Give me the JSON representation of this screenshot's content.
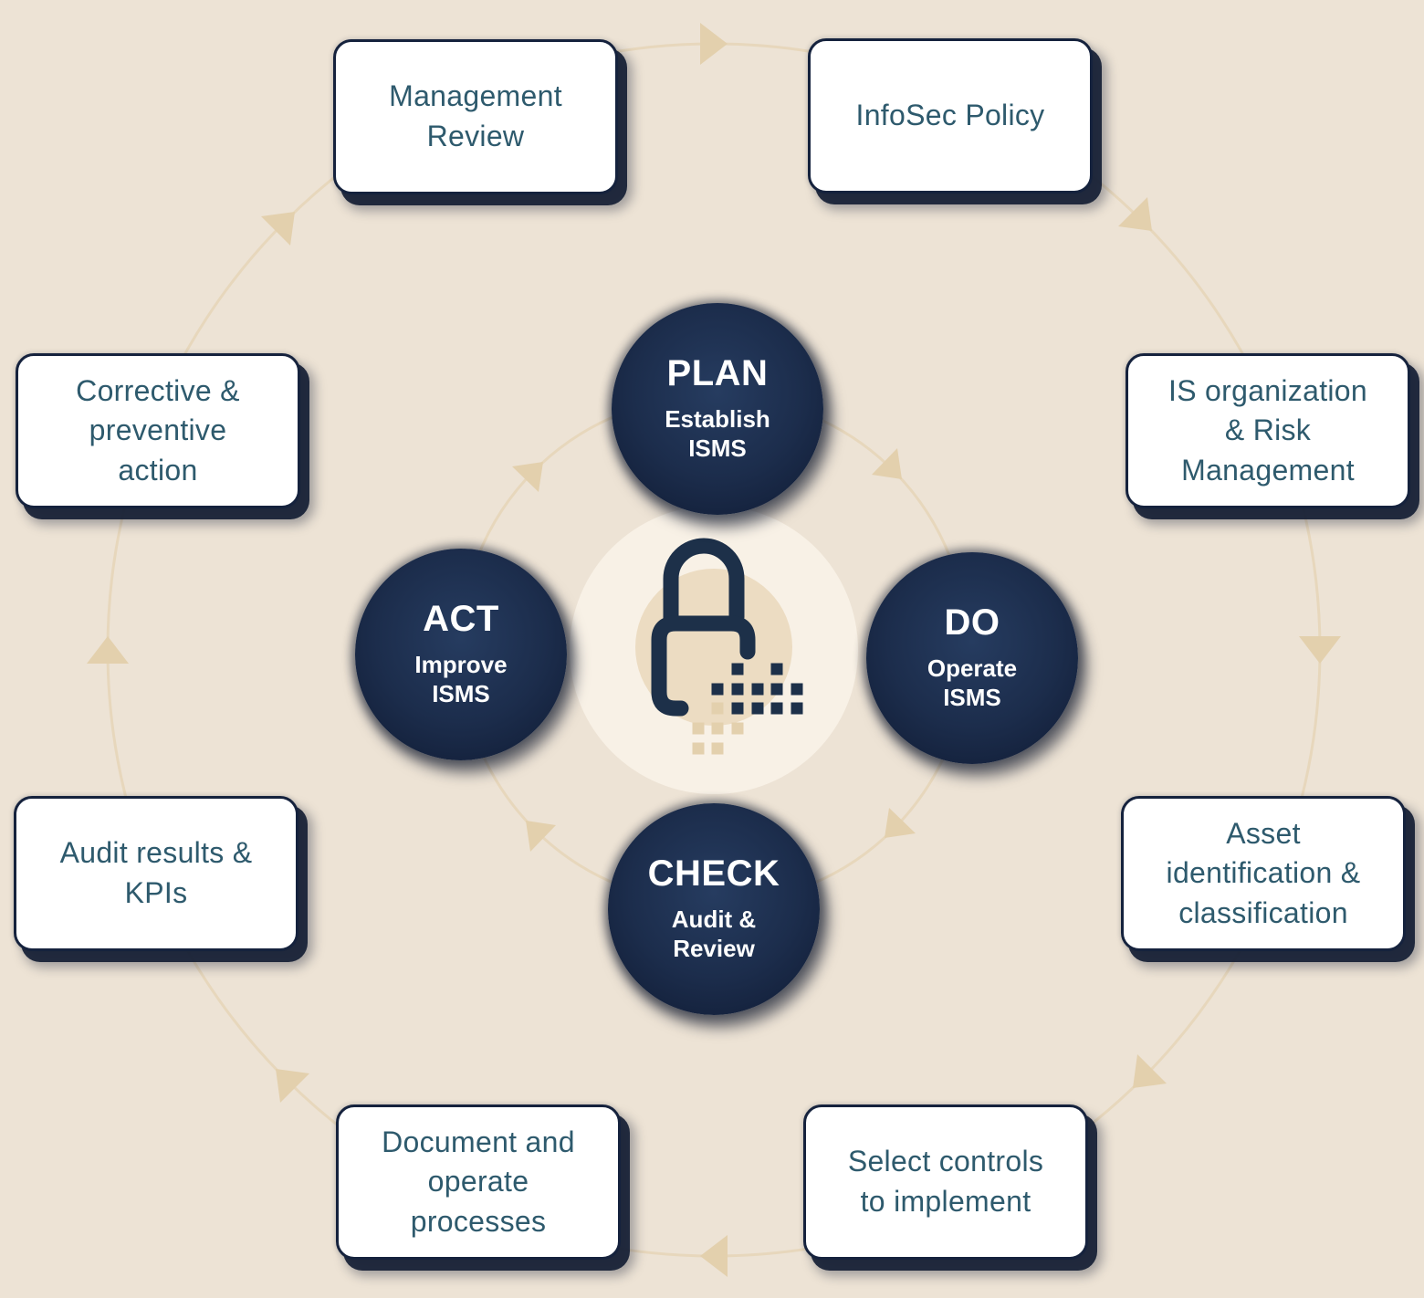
{
  "diagram": {
    "name": "PDCA ISMS cycle",
    "colors": {
      "bg": "#ede3d5",
      "box_bg": "#ffffff",
      "box_border": "#15223d",
      "box_text": "#2e5a6d",
      "navy": "#1d3049",
      "line": "#e7d7bc",
      "arrow": "#e3d0ad",
      "grad_in": "#263c60",
      "grad_mid": "#1c2d4c",
      "grad_out": "#0f1a32",
      "emblem_bg": "#f8f1e6",
      "emblem_inner": "#ecdcc2",
      "circle_text": "#ffffff"
    },
    "center_icon": "padlock-dissolving-pixels-icon",
    "cycle_nodes": [
      {
        "id": "plan",
        "title": "PLAN",
        "subtitle": "Establish\nISMS"
      },
      {
        "id": "do",
        "title": "DO",
        "subtitle": "Operate\nISMS"
      },
      {
        "id": "check",
        "title": "CHECK",
        "subtitle": "Audit &\nReview"
      },
      {
        "id": "act",
        "title": "ACT",
        "subtitle": "Improve\nISMS"
      }
    ],
    "outer_boxes": [
      {
        "id": "management-review",
        "label": "Management\nReview"
      },
      {
        "id": "infosec-policy",
        "label": "InfoSec Policy"
      },
      {
        "id": "is-organization-risk",
        "label": "IS organization\n& Risk\nManagement"
      },
      {
        "id": "asset-identification",
        "label": "Asset\nidentification &\nclassification"
      },
      {
        "id": "select-controls",
        "label": "Select controls\nto implement"
      },
      {
        "id": "document-operate",
        "label": "Document and\noperate\nprocesses"
      },
      {
        "id": "audit-results",
        "label": "Audit results &\nKPIs"
      },
      {
        "id": "corrective-preventive",
        "label": "Corrective &\npreventive\naction"
      }
    ],
    "flow_direction": "clockwise"
  }
}
